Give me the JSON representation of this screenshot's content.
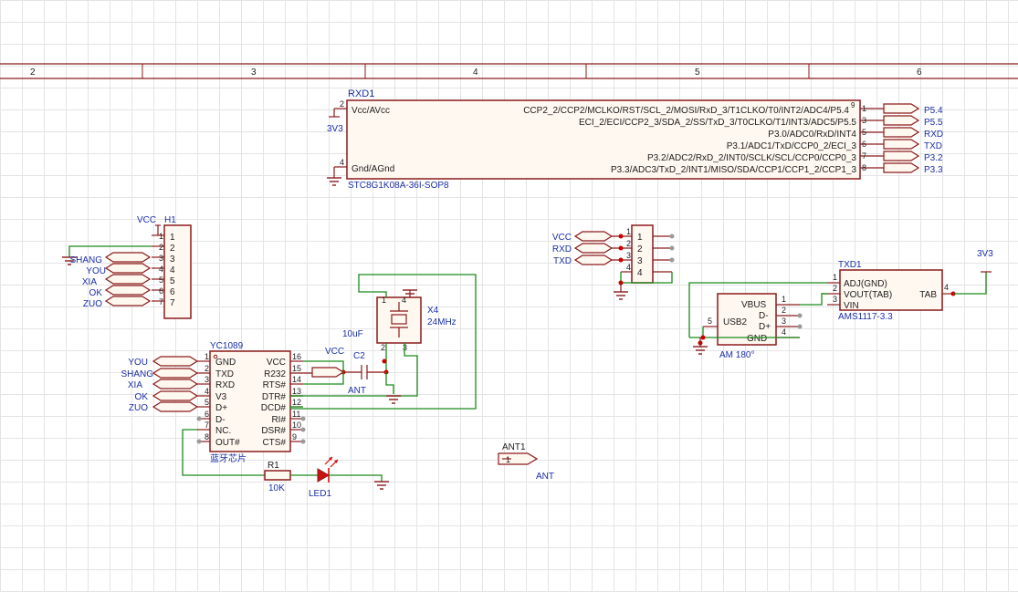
{
  "border": {
    "columns": [
      "2",
      "3",
      "4",
      "5",
      "6"
    ]
  },
  "rxd1": {
    "ref": "RXD1",
    "part": "STC8G1K08A-36I-SOP8",
    "pins": [
      {
        "num": "2",
        "name": "Vcc/AVcc",
        "side": "left"
      },
      {
        "num": "4",
        "name": "Gnd/AGnd",
        "side": "left"
      },
      {
        "num": "1",
        "name": "CCP2_2/CCP2/MCLKO/RST/SCL_2/MOSI/RxD_3/T1CLKO/T0/INT2/ADC4/P5.4",
        "side": "right"
      },
      {
        "num": "3",
        "name": "ECI_2/ECI/CCP2_3/SDA_2/SS/TxD_3/T0CLKO/T1/INT3/ADC5/P5.5",
        "side": "right"
      },
      {
        "num": "5",
        "name": "P3.0/ADC0/RxD/INT4",
        "side": "right"
      },
      {
        "num": "6",
        "name": "P3.1/ADC1/TxD/CCP0_2/ECI_3",
        "side": "right"
      },
      {
        "num": "7",
        "name": "P3.2/ADC2/RxD_2/INT0/SCLK/SCL/CCP0/CCP0_3",
        "side": "right"
      },
      {
        "num": "8",
        "name": "P3.3/ADC3/TxD_2/INT1/MISO/SDA/CCP1/CCP1_2/CCP1_3",
        "side": "right"
      }
    ],
    "pin_nums": {
      "p9": "9",
      "p5a": "5"
    },
    "power_label": "3V3",
    "net_flags": [
      "P5.4",
      "P5.5",
      "RXD",
      "TXD",
      "P3.2",
      "P3.3"
    ]
  },
  "h1": {
    "ref": "H1",
    "vcc": "VCC",
    "pins": [
      "1",
      "2",
      "3",
      "4",
      "5",
      "6",
      "7"
    ],
    "flags": [
      "SHANG",
      "YOU",
      "XIA",
      "OK",
      "ZUO"
    ],
    "flag_pins": [
      "3",
      "4",
      "5",
      "6",
      "7"
    ]
  },
  "prog_header": {
    "flags": [
      "VCC",
      "RXD",
      "TXD"
    ],
    "pins": [
      "1",
      "2",
      "3",
      "4"
    ]
  },
  "txd1": {
    "ref": "TXD1",
    "part": "AMS1117-3.3",
    "pins": [
      {
        "num": "1",
        "name": "ADJ(GND)"
      },
      {
        "num": "2",
        "name": "VOUT(TAB)"
      },
      {
        "num": "3",
        "name": "VIN"
      },
      {
        "num": "4",
        "name": "TAB"
      }
    ],
    "power_label": "3V3"
  },
  "usb2": {
    "ref": "USB2",
    "part": "AM 180°",
    "pins": [
      {
        "num": "1",
        "name": "VBUS"
      },
      {
        "num": "2",
        "name": "D-"
      },
      {
        "num": "3",
        "name": "D+"
      },
      {
        "num": "4",
        "name": "GND"
      },
      {
        "num": "5",
        "name": ""
      }
    ]
  },
  "x4": {
    "ref": "X4",
    "value": "24MHz",
    "pins": [
      "1",
      "2",
      "3",
      "4"
    ]
  },
  "c2": {
    "ref": "C2",
    "value": "10uF"
  },
  "yc1089": {
    "ref": "YC1089",
    "part": "蓝牙芯片",
    "left_pins": [
      {
        "num": "1",
        "name": "GND"
      },
      {
        "num": "2",
        "name": "TXD"
      },
      {
        "num": "3",
        "name": "RXD"
      },
      {
        "num": "4",
        "name": "V3"
      },
      {
        "num": "5",
        "name": "D+"
      },
      {
        "num": "6",
        "name": "D-"
      },
      {
        "num": "7",
        "name": "NC."
      },
      {
        "num": "8",
        "name": "OUT#"
      }
    ],
    "right_pins": [
      {
        "num": "16",
        "name": "VCC"
      },
      {
        "num": "15",
        "name": "R232"
      },
      {
        "num": "14",
        "name": "RTS#"
      },
      {
        "num": "13",
        "name": "DTR#"
      },
      {
        "num": "12",
        "name": "DCD#"
      },
      {
        "num": "11",
        "name": "RI#"
      },
      {
        "num": "10",
        "name": "DSR#"
      },
      {
        "num": "9",
        "name": "CTS#"
      }
    ],
    "left_flags": [
      "YOU",
      "SHANG",
      "XIA",
      "OK",
      "ZUO"
    ],
    "vcc": "VCC",
    "ant_label": "ANT"
  },
  "r1": {
    "ref": "R1",
    "value": "10K"
  },
  "led1": {
    "ref": "LED1"
  },
  "ant1": {
    "ref": "ANT1",
    "pin": "1",
    "label": "ANT"
  }
}
